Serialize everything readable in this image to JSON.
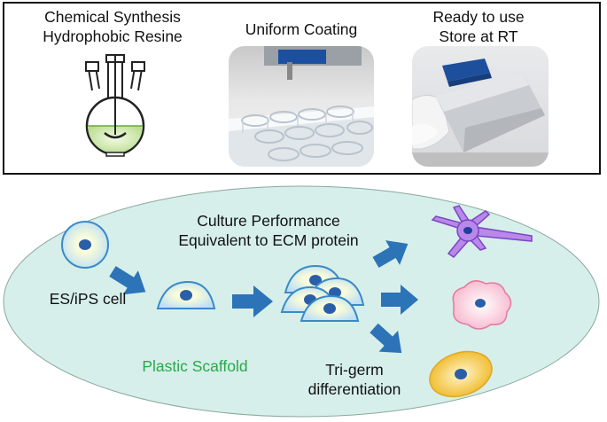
{
  "steps": [
    {
      "line1": "Chemical Synthesis",
      "line2": "Hydrophobic Resine"
    },
    {
      "line1": "Uniform Coating"
    },
    {
      "line1": "Ready to use",
      "line2": "Store at RT"
    }
  ],
  "scaffold": {
    "performance_line1": "Culture Performance",
    "performance_line2": "Equivalent to ECM protein",
    "cell_label": "ES/iPS cell",
    "scaffold_label": "Plastic Scaffold",
    "differentiation_line1": "Tri-germ",
    "differentiation_line2": "differentiation"
  },
  "colors": {
    "ellipse_fill": "#d6efea",
    "cell_fill": "#cfe8f8",
    "nucleus": "#2a5fa8",
    "arrow": "#2c73b8",
    "neuron": "#a86fe0",
    "pink_cell": "#f6c6d6",
    "yellow_cell": "#f3c83e",
    "scaffold_text": "#2aa84a"
  }
}
